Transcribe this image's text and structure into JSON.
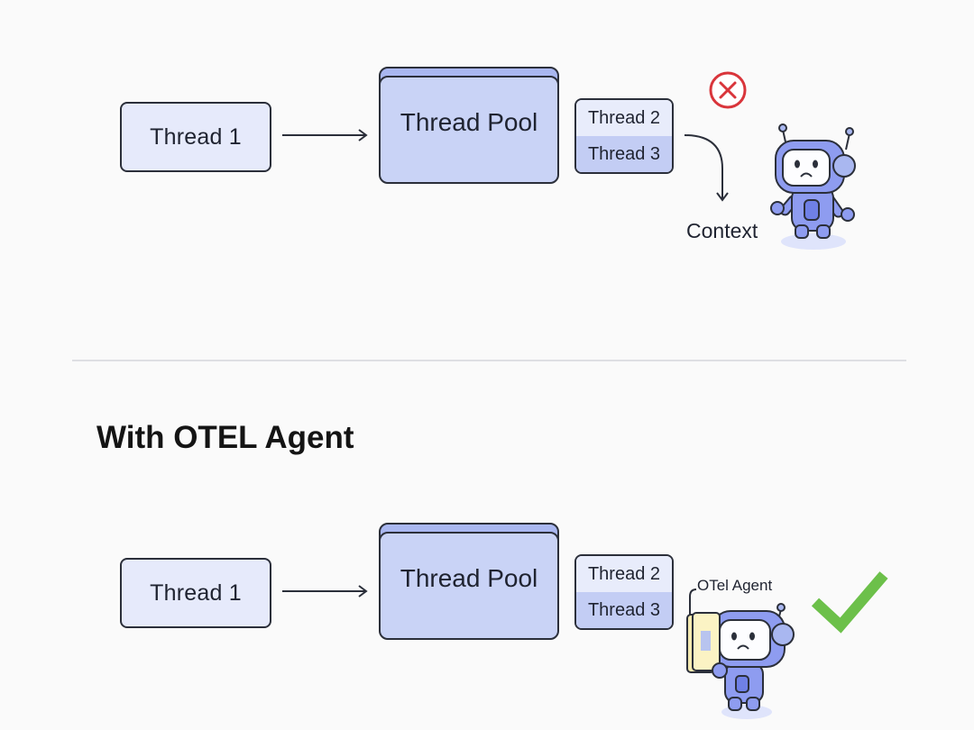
{
  "top_section": {
    "thread1": "Thread 1",
    "thread_pool": "Thread Pool",
    "thread2": "Thread 2",
    "thread3": "Thread 3",
    "context_label": "Context",
    "status_icon": "x-circle-icon",
    "robot_mood": "sad"
  },
  "bottom_section": {
    "heading": "With OTEL Agent",
    "thread1": "Thread 1",
    "thread_pool": "Thread Pool",
    "thread2": "Thread 2",
    "thread3": "Thread 3",
    "agent_label": "OTel Agent",
    "status_icon": "checkmark-icon",
    "robot_mood": "sad"
  },
  "colors": {
    "box_light": "#e6eafb",
    "box_pool": "#c9d3f6",
    "robot": "#8e9cf0",
    "error_red": "#d9353b",
    "success_green": "#6cc04a",
    "agent_card": "#fbf3c4"
  }
}
